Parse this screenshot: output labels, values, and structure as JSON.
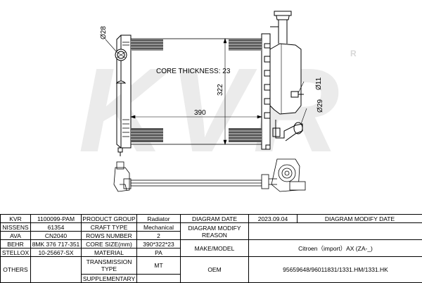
{
  "watermark": {
    "text": "KVR",
    "registered": "R"
  },
  "drawing": {
    "core_thickness": "CORE THICKNESS: 23",
    "width_dim": "390",
    "height_dim": "322",
    "dia_28": "Ø28",
    "dia_11": "Ø11",
    "dia_29": "Ø29"
  },
  "specs": {
    "r1": {
      "l1": "KVR",
      "v1": "1100099-PAM",
      "l2": "PRODUCT GROUP",
      "v2": "Radiator",
      "l3": "DIAGRAM DATE",
      "v3": "2023.09.04",
      "l4": "DIAGRAM MODIFY DATE"
    },
    "r2": {
      "l1": "NISSENS",
      "v1": "61354",
      "l2": "CRAFT TYPE",
      "v2": "Mechanical",
      "l3": "DIAGRAM MODIFY REASON"
    },
    "r3": {
      "l1": "AVA",
      "v1": "CN2040",
      "l2": "ROWS NUMBER",
      "v2": "2"
    },
    "r4": {
      "l1": "BEHR",
      "v1": "8MK 376 717-351",
      "l2": "CORE SIZE(mm)",
      "v2": "390*322*23",
      "l3": "MAKE/MODEL",
      "v3": "Citroen（import）AX (ZA-_)"
    },
    "r5": {
      "l1": "STELLOX",
      "v1": "10-25667-SX",
      "l2": "MATERIAL",
      "v2": "PA"
    },
    "r6": {
      "l1": "OTHERS",
      "v1": "",
      "l2": "TRANSMISSION TYPE",
      "v2": "MT",
      "l3": "OEM",
      "v3": "95659648/96011831/1331.HM/1331.HK"
    },
    "r7": {
      "l2": "SUPPLEMENTARY"
    }
  }
}
